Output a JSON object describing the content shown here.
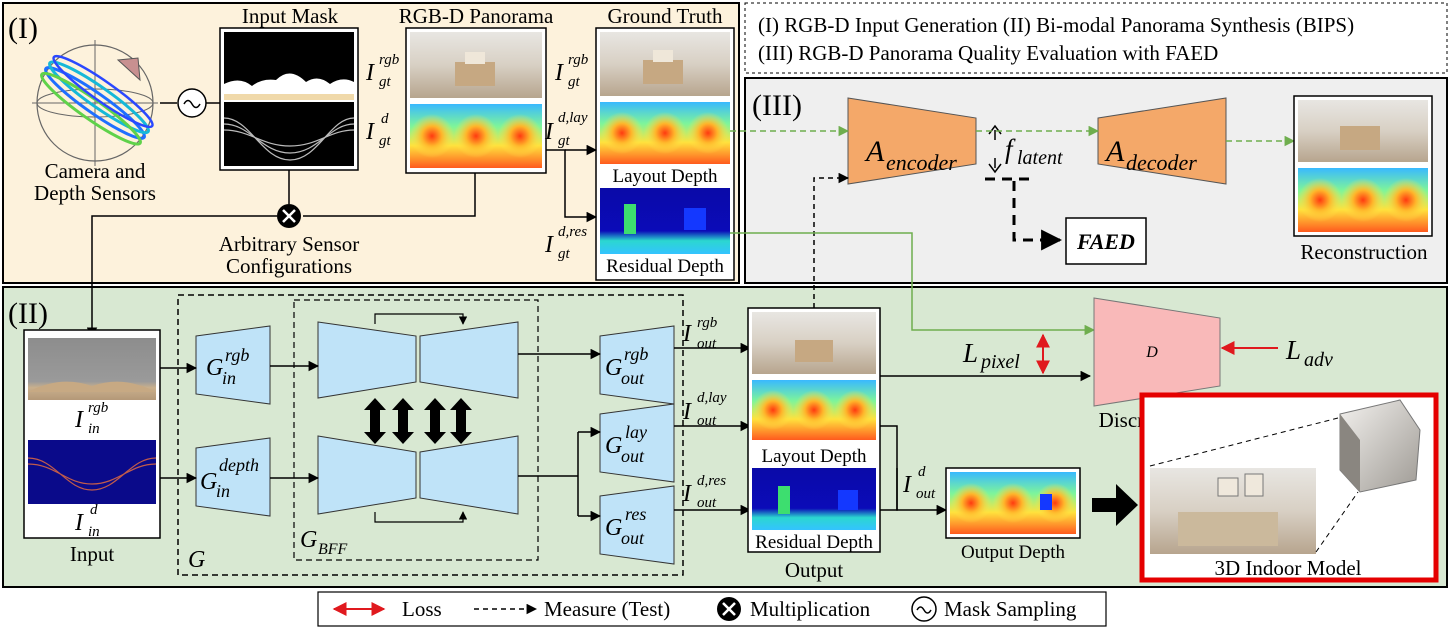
{
  "sections": {
    "s1_label": "(I)",
    "s2_label": "(II)",
    "s3_label": "(III)"
  },
  "legend_top": {
    "line1": "(I) RGB-D Input Generation  (II) Bi-modal Panorama Synthesis (BIPS)",
    "line2": "(III) RGB-D Panorama Quality Evaluation with FAED"
  },
  "section1": {
    "camera_caption_1": "Camera and",
    "camera_caption_2": "Depth Sensors",
    "input_mask_title": "Input Mask",
    "rgbd_title": "RGB-D Panorama",
    "ground_truth_title": "Ground Truth",
    "arbitrary_1": "Arbitrary Sensor",
    "arbitrary_2": "Configurations",
    "layout_depth": "Layout Depth",
    "residual_depth": "Residual Depth",
    "sym_I": "I",
    "sup_rgb": "rgb",
    "sup_d": "d",
    "sup_d_lay": "d,lay",
    "sup_d_res": "d,res",
    "sub_gt": "gt"
  },
  "section3": {
    "a_letter": "A",
    "encoder_sub": "encoder",
    "decoder_sub": "decoder",
    "f_letter": "f",
    "latent_sub": "latent",
    "faed": "FAED",
    "reconstruction": "Reconstruction"
  },
  "section2": {
    "input_caption": "Input",
    "sym_I": "I",
    "sym_G": "G",
    "sub_in": "in",
    "sub_out": "out",
    "sup_rgb": "rgb",
    "sup_d": "d",
    "sup_depth": "depth",
    "sup_lay": "lay",
    "sup_res": "res",
    "sup_d_lay": "d,lay",
    "sup_d_res": "d,res",
    "g_label": "G",
    "gbff_G": "G",
    "gbff_sub": "BFF",
    "layout_depth": "Layout Depth",
    "residual_depth": "Residual Depth",
    "output_caption": "Output",
    "output_depth": "Output Depth",
    "l_letter": "L",
    "pixel_sub": "pixel",
    "adv_sub": "adv",
    "d_label": "D",
    "discriminator": "Discriminator",
    "indoor_model": "3D Indoor Model"
  },
  "legend_bottom": {
    "loss": "Loss",
    "measure": "Measure (Test)",
    "multiplication": "Multiplication",
    "mask_sampling": "Mask Sampling"
  },
  "colors": {
    "section1_bg": "#fdf2dc",
    "section2_bg": "#d8e8d2",
    "section3_bg": "#efefef",
    "encoder_fill": "#f4a869",
    "unet_fill": "#bfe3f8",
    "disc_fill": "#f9b9b9",
    "loss_red": "#e0191e",
    "green_flow": "#6fae4e",
    "highlight_red": "#e50000"
  }
}
